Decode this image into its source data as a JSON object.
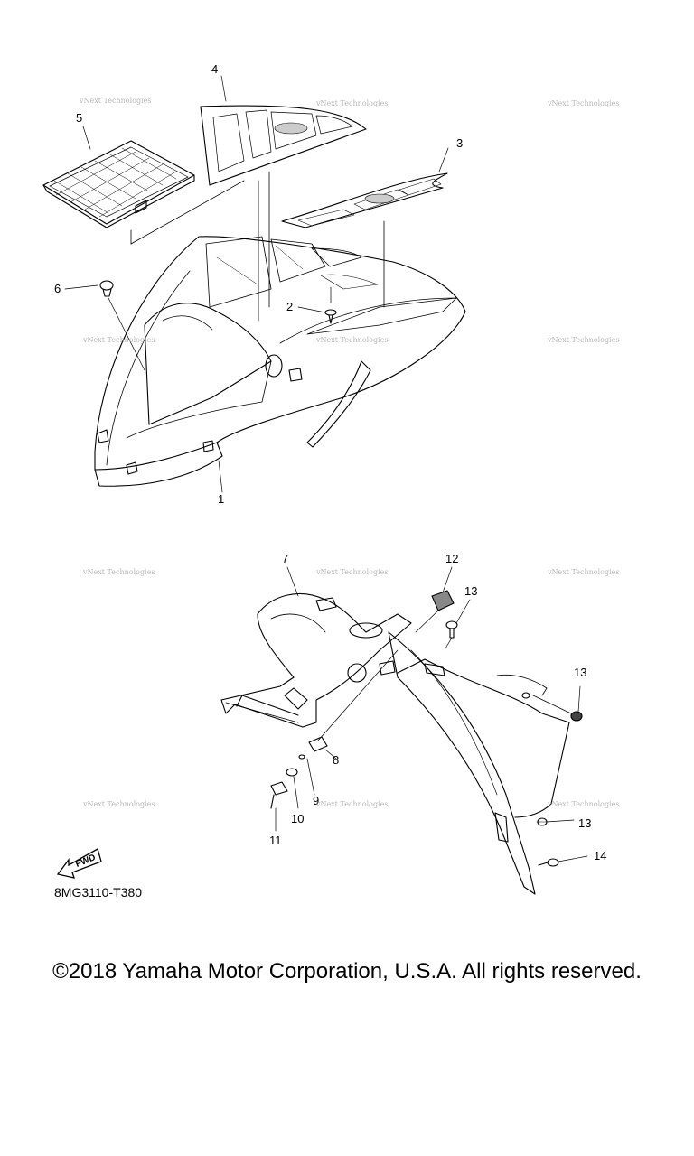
{
  "callouts": {
    "c1": "1",
    "c2": "2",
    "c3": "3",
    "c4": "4",
    "c5": "5",
    "c6": "6",
    "c7": "7",
    "c8": "8",
    "c9": "9",
    "c10": "10",
    "c11": "11",
    "c12": "12",
    "c13a": "13",
    "c13b": "13",
    "c13c": "13",
    "c14": "14"
  },
  "watermark": "vNext Technologies",
  "fwd_label": "FWD",
  "diagram_ref": "8MG3110-T380",
  "copyright": "©2018 Yamaha Motor Corporation, U.S.A. All rights reserved."
}
